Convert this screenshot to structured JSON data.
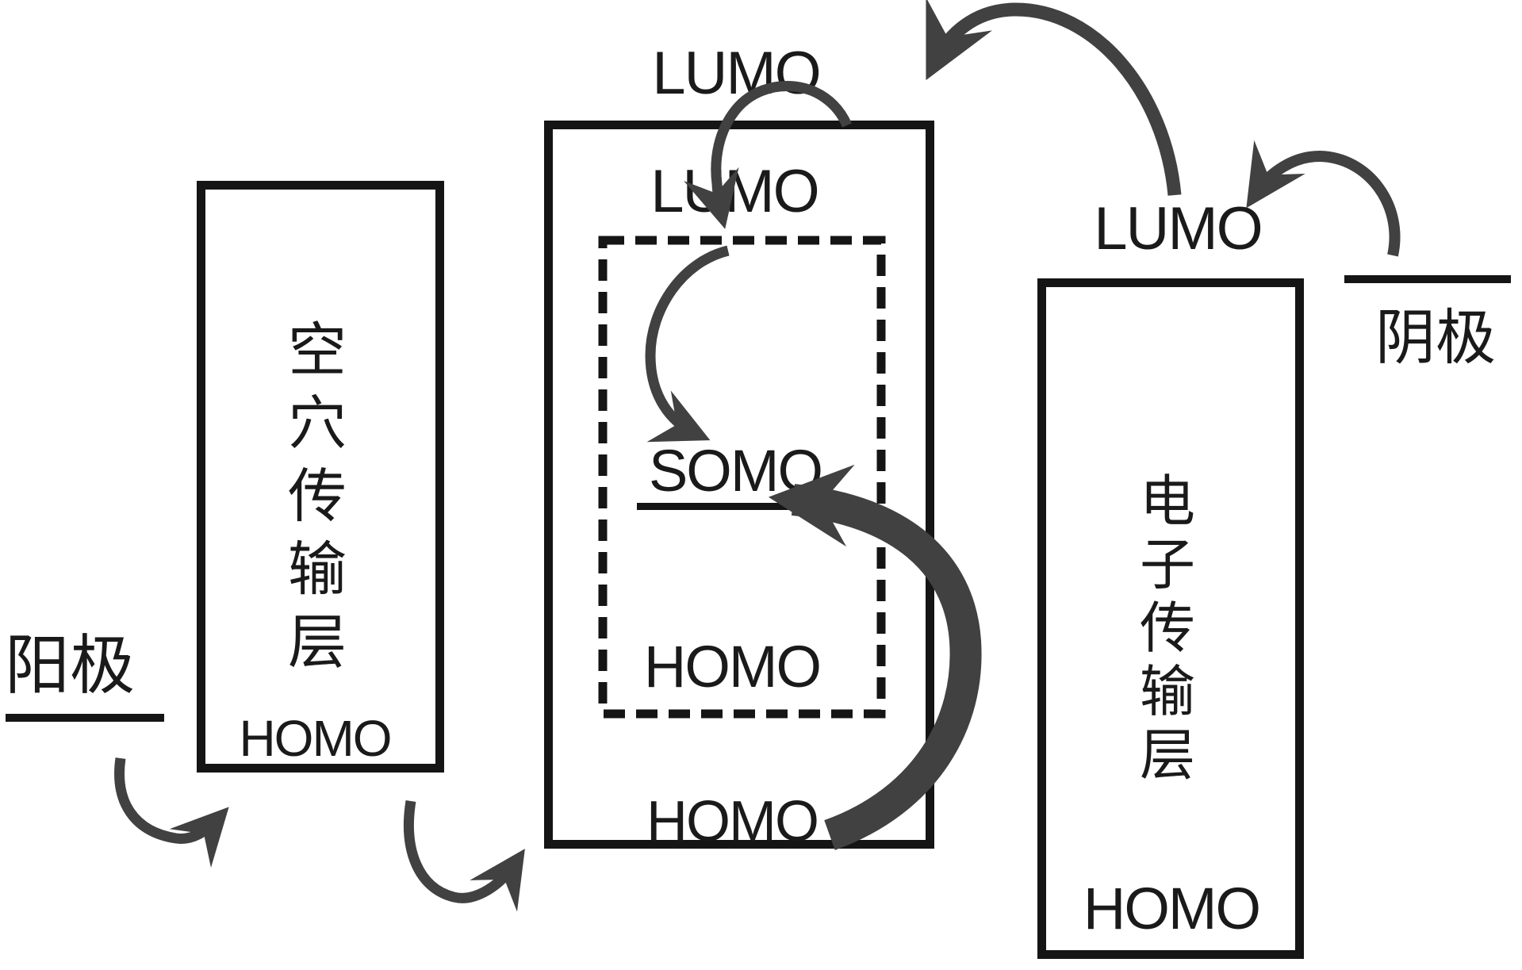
{
  "colors": {
    "ink": "#151515",
    "text": "#1a1a1a",
    "arrow": "#414141",
    "background": "#ffffff"
  },
  "electrodes": {
    "anode": {
      "label": "阳极"
    },
    "cathode": {
      "label": "阴极"
    }
  },
  "hole_transport_layer": {
    "label": "空穴传输层",
    "homo": "HOMO"
  },
  "emissive_layer": {
    "host": {
      "lumo": "LUMO",
      "homo": "HOMO"
    },
    "dopant": {
      "lumo": "LUMO",
      "somo": "SOMO",
      "homo": "HOMO"
    }
  },
  "electron_transport_layer": {
    "label": "电子传输层",
    "lumo": "LUMO",
    "homo": "HOMO"
  },
  "arrows": [
    "hole-injection-anode-to-htl-arrow",
    "hole-transport-htl-to-host-homo-arrow",
    "host-lumo-to-dopant-lumo-arrow",
    "dopant-lumo-to-somo-arrow",
    "host-homo-to-somo-arrow",
    "etl-lumo-to-host-lumo-arrow",
    "cathode-to-etl-lumo-arrow"
  ]
}
